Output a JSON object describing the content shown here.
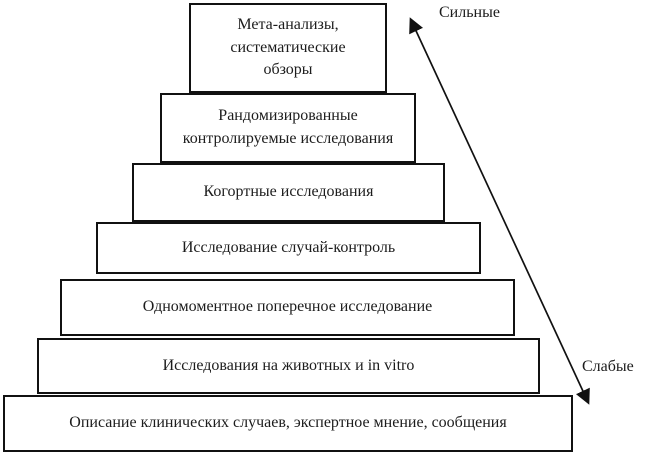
{
  "pyramid": {
    "levels": [
      {
        "label": "Мета-анализы, систематические обзоры"
      },
      {
        "label": "Рандомизированные контролируемые исследования"
      },
      {
        "label": "Когортные исследования"
      },
      {
        "label": "Исследование случай-контроль"
      },
      {
        "label": "Одномоментное поперечное исследование"
      },
      {
        "label": "Исследования на животных и in vitro"
      },
      {
        "label": "Описание клинических случаев, экспертное мнение, сообщения"
      }
    ]
  },
  "axis": {
    "strong_label": "Сильные",
    "weak_label": "Слабые"
  },
  "colors": {
    "line": "#111111",
    "text": "#1c1c1c",
    "background": "#ffffff"
  }
}
